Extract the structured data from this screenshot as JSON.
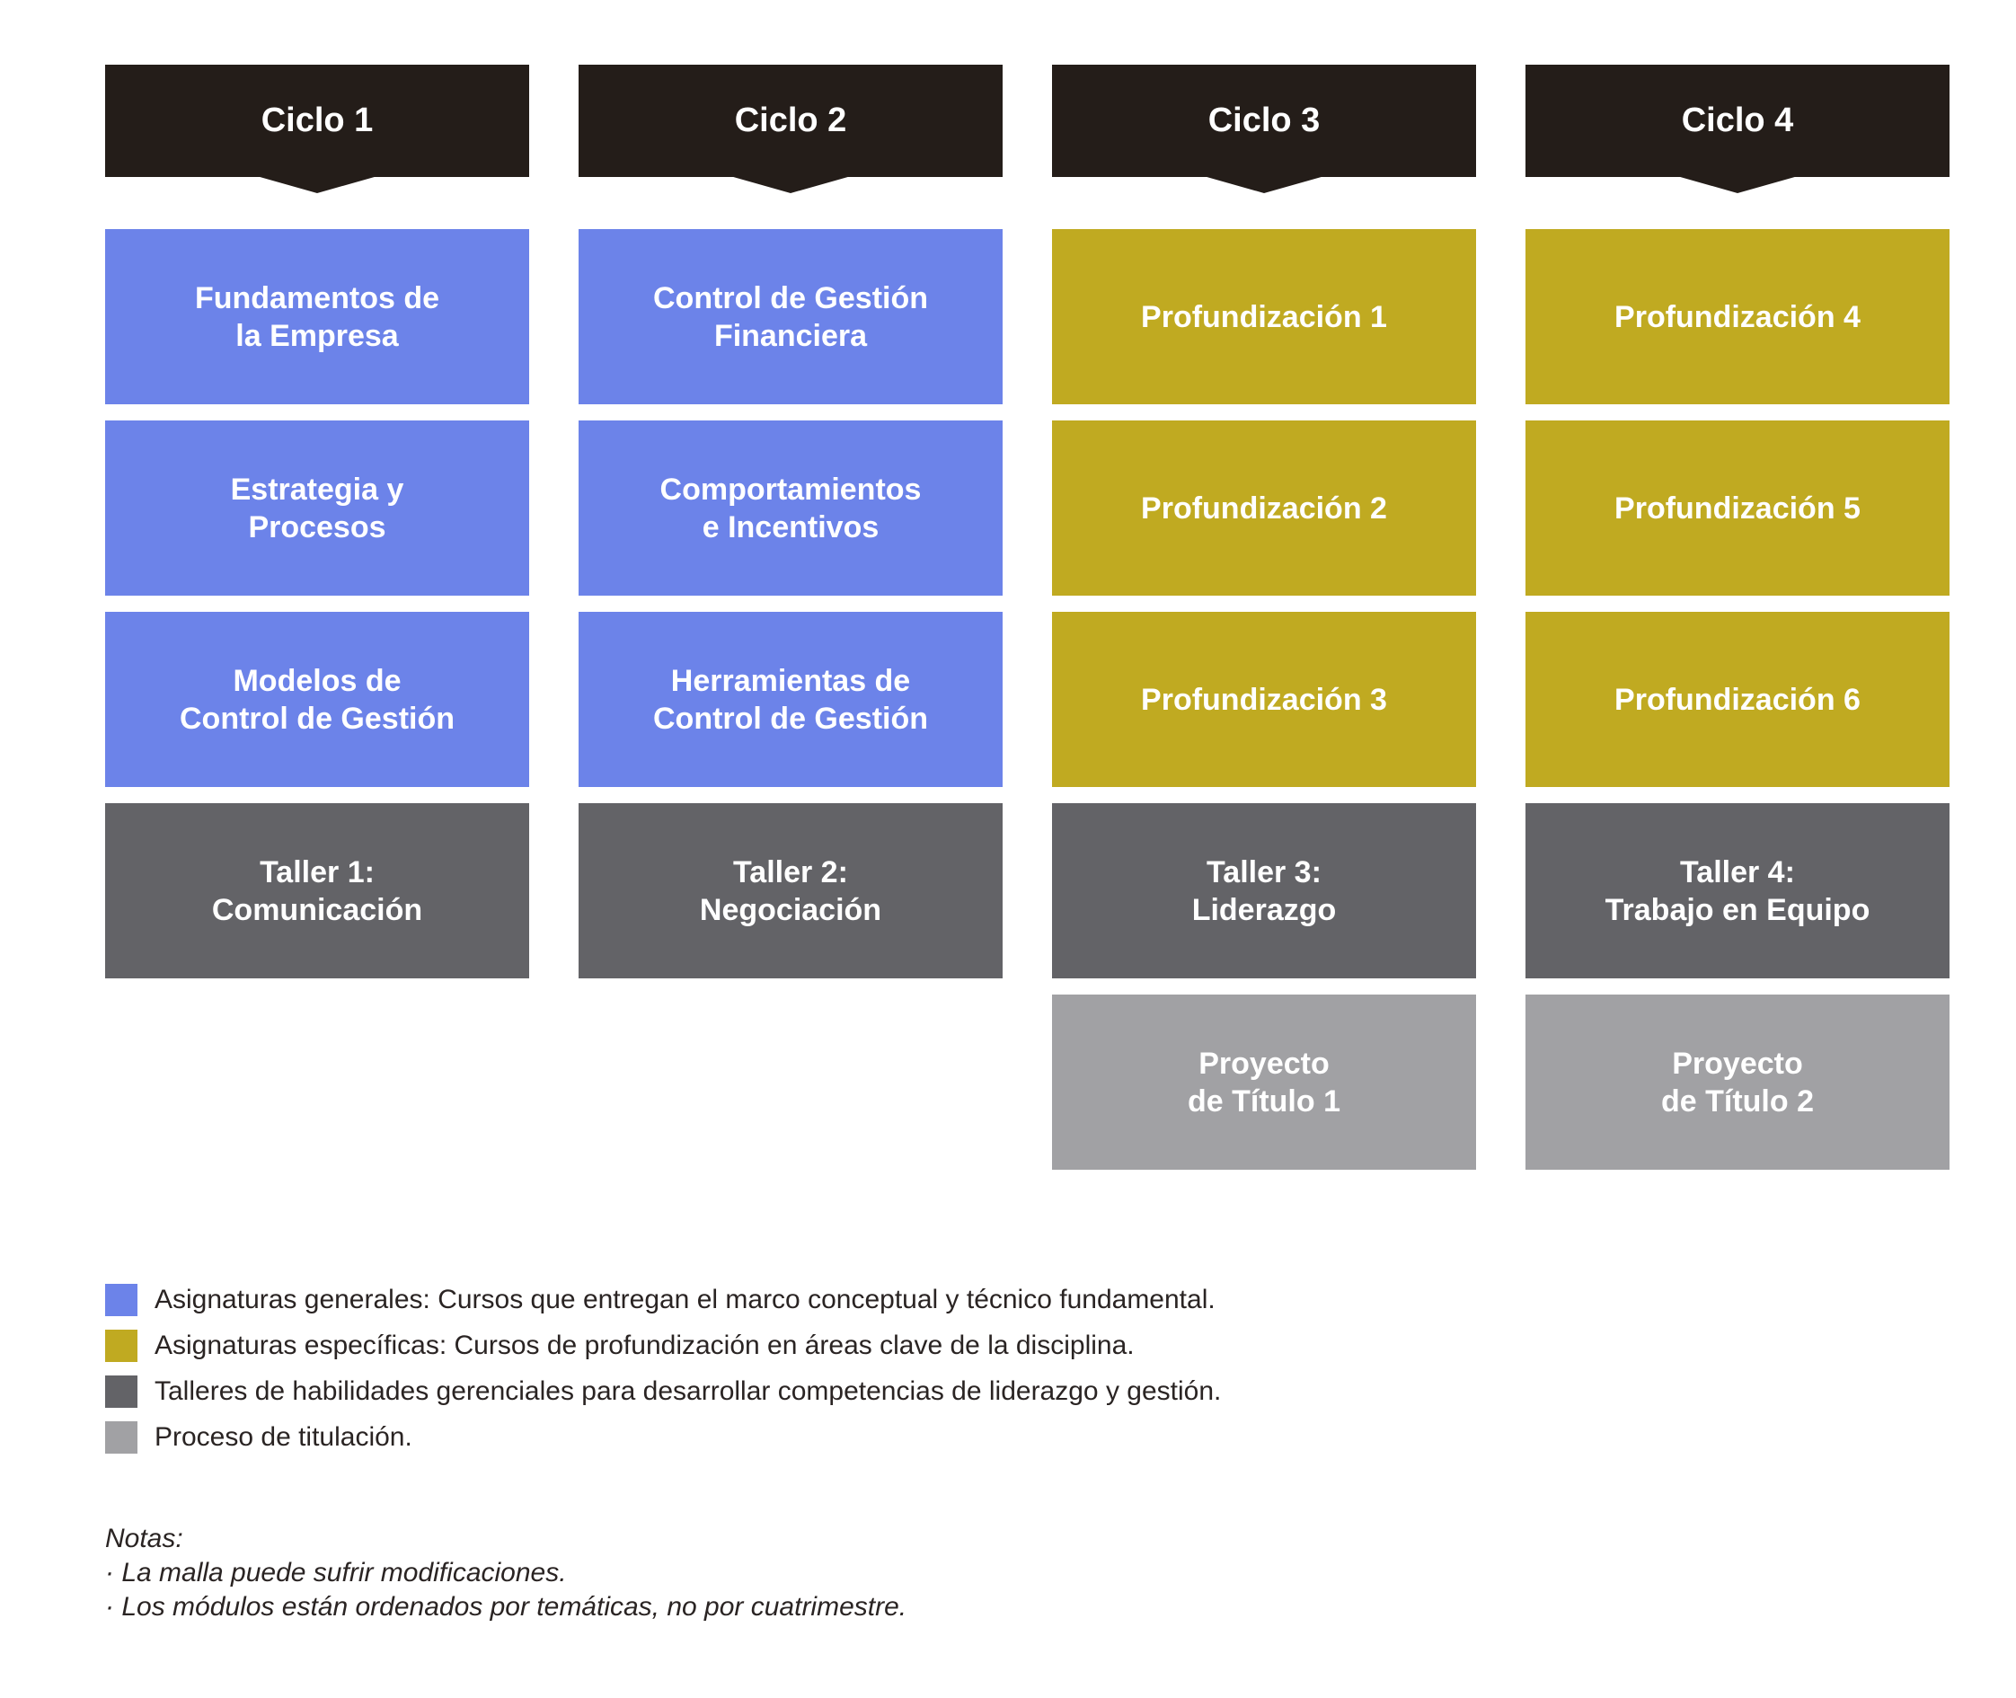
{
  "colors": {
    "page_background": "#ffffff",
    "header": "#241d19",
    "general": "#6c83e9",
    "especifica": "#c0aa21",
    "taller": "#636367",
    "titulacion": "#a1a1a4",
    "box_text": "#ffffff",
    "body_text": "#2a2423"
  },
  "columns": [
    {
      "header": "Ciclo 1",
      "courses": [
        {
          "label": "Fundamentos de\nla Empresa",
          "category": "general"
        },
        {
          "label": "Estrategia y\nProcesos",
          "category": "general"
        },
        {
          "label": "Modelos de\nControl de Gestión",
          "category": "general"
        },
        {
          "label": "Taller 1:\nComunicación",
          "category": "taller"
        }
      ]
    },
    {
      "header": "Ciclo 2",
      "courses": [
        {
          "label": "Control de Gestión\nFinanciera",
          "category": "general"
        },
        {
          "label": "Comportamientos\ne Incentivos",
          "category": "general"
        },
        {
          "label": "Herramientas de\nControl de Gestión",
          "category": "general"
        },
        {
          "label": "Taller 2:\nNegociación",
          "category": "taller"
        }
      ]
    },
    {
      "header": "Ciclo 3",
      "courses": [
        {
          "label": "Profundización 1",
          "category": "especifica"
        },
        {
          "label": "Profundización 2",
          "category": "especifica"
        },
        {
          "label": "Profundización 3",
          "category": "especifica"
        },
        {
          "label": "Taller 3:\nLiderazgo",
          "category": "taller"
        },
        {
          "label": "Proyecto\nde Título 1",
          "category": "titulacion"
        }
      ]
    },
    {
      "header": "Ciclo 4",
      "courses": [
        {
          "label": "Profundización 4",
          "category": "especifica"
        },
        {
          "label": "Profundización 5",
          "category": "especifica"
        },
        {
          "label": "Profundización 6",
          "category": "especifica"
        },
        {
          "label": "Taller 4:\nTrabajo en Equipo",
          "category": "taller"
        },
        {
          "label": "Proyecto\nde Título 2",
          "category": "titulacion"
        }
      ]
    }
  ],
  "legend": {
    "items": [
      {
        "category": "general",
        "text": "Asignaturas generales: Cursos que entregan el marco conceptual y técnico fundamental."
      },
      {
        "category": "especifica",
        "text": "Asignaturas específicas: Cursos de profundización en áreas clave de la disciplina."
      },
      {
        "category": "taller",
        "text": "Talleres de habilidades gerenciales para desarrollar competencias de liderazgo y gestión."
      },
      {
        "category": "titulacion",
        "text": "Proceso de titulación."
      }
    ]
  },
  "notes": {
    "title": "Notas:",
    "lines": [
      "· La malla puede sufrir modificaciones.",
      "· Los módulos están ordenados por temáticas, no por cuatrimestre."
    ]
  }
}
